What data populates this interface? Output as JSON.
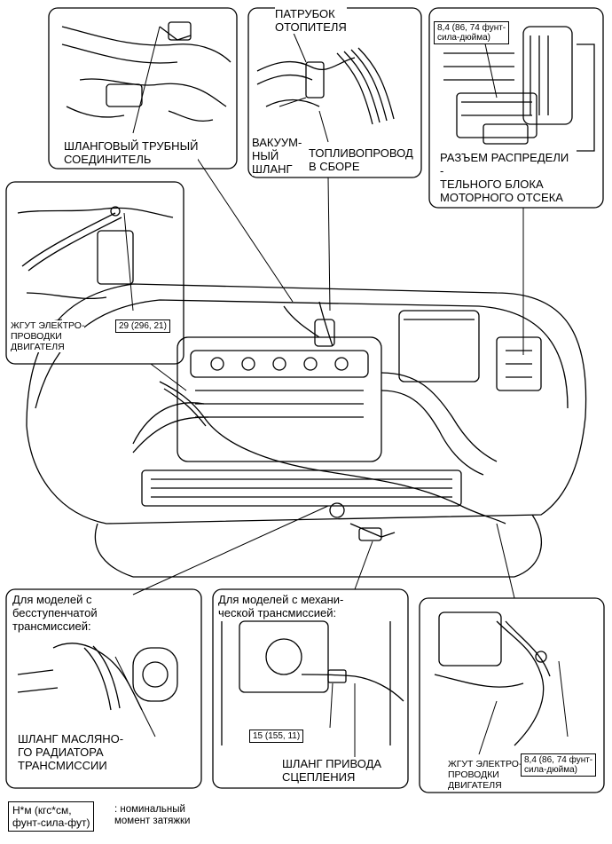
{
  "labels": {
    "heater_pipe": "ПАТРУБОК\nОТОПИТЕЛЯ",
    "hose_pipe_connector": "ШЛАНГОВЫЙ ТРУБНЫЙ\nСОЕДИНИТЕЛЬ",
    "vacuum_hose": "ВАКУУМ-\nНЫЙ\nШЛАНГ",
    "fuel_line": "ТОПЛИВОПРОВОД\nВ СБОРЕ",
    "junction_block_connector": "РАЗЪЕМ РАСПРЕДЕЛИ\n-\nТЕЛЬНОГО БЛОКА\nМОТОРНОГО ОТСЕКА",
    "engine_harness_left": "ЖГУТ ЭЛЕКТРО-\nПРОВОДКИ\nДВИГАТЕЛЯ",
    "cvt_models": "Для моделей с\nбесступенчатой\nтрансмиссией:",
    "oil_cooler_hose": "ШЛАНГ МАСЛЯНО-\nГО РАДИАТОРА\nТРАНСМИССИИ",
    "manual_models": "Для моделей с механи-\nческой трансмиссией:",
    "clutch_hose": "ШЛАНГ ПРИВОДА\nСЦЕПЛЕНИЯ",
    "engine_harness_right": "ЖГУТ ЭЛЕКТРО-\nПРОВОДКИ\nДВИГАТЕЛЯ"
  },
  "torques": {
    "top_right": "8,4 (86, 74 фунт-\nсила-дюйма)",
    "left": "29 (296, 21)",
    "clutch": "15 (155, 11)",
    "bottom_right": "8,4 (86, 74 фунт-\nсила-дюйма)"
  },
  "legend": {
    "units": "Н*м (кгс*см,\nфунт-сила-фут)",
    "meaning": ": номинальный\nмомент затяжки"
  }
}
